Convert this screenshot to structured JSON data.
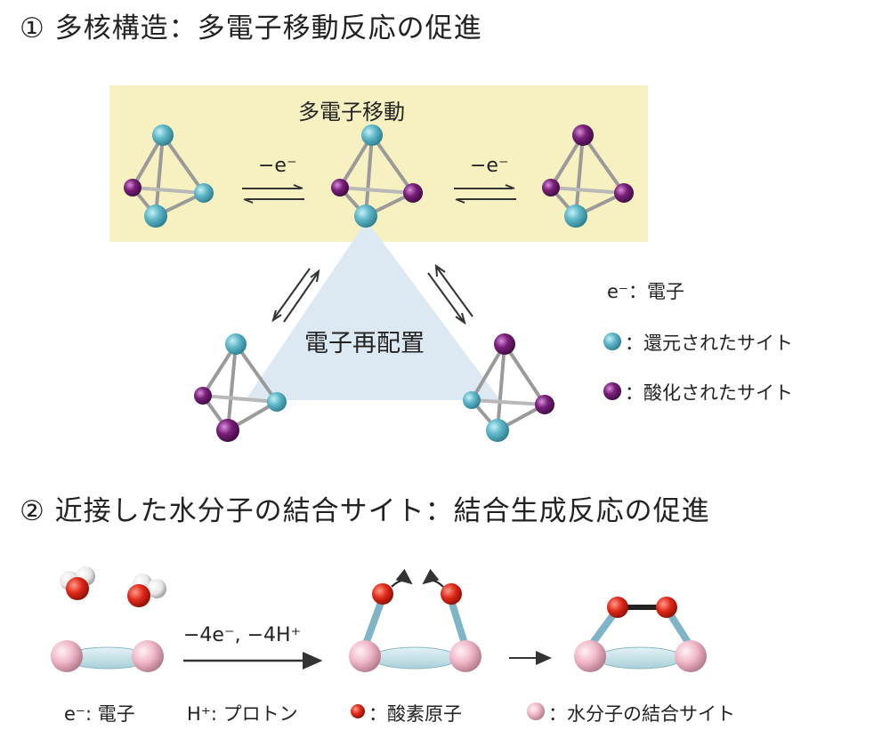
{
  "section1": {
    "title": "① 多核構造：多電子移動反応の促進",
    "multi_transfer_label": "多電子移動",
    "rearrangement_label": "電子再配置",
    "step_label_left": "−e⁻",
    "step_label_right": "−e⁻",
    "legend": {
      "electron": "e⁻：電子",
      "reduced": "：還元されたサイト",
      "oxidized": "：酸化されたサイト"
    }
  },
  "section2": {
    "title": "② 近接した水分子の結合サイト：結合生成反応の促進",
    "reaction_label": "−4e⁻, −4H⁺",
    "legend": {
      "electron": "e⁻: 電子",
      "proton": "H⁺: プロトン",
      "oxygen": "：酸素原子",
      "binding_site": "：水分子の結合サイト"
    }
  },
  "colors": {
    "reduced_site": "#5fb8c8",
    "oxidized_site": "#7a1f7a",
    "top_panel_bg": "#f7f0c0",
    "triangle_bg": "#dce9f2",
    "oxygen": "#e02818",
    "binding_site": "#f0b8c8"
  }
}
